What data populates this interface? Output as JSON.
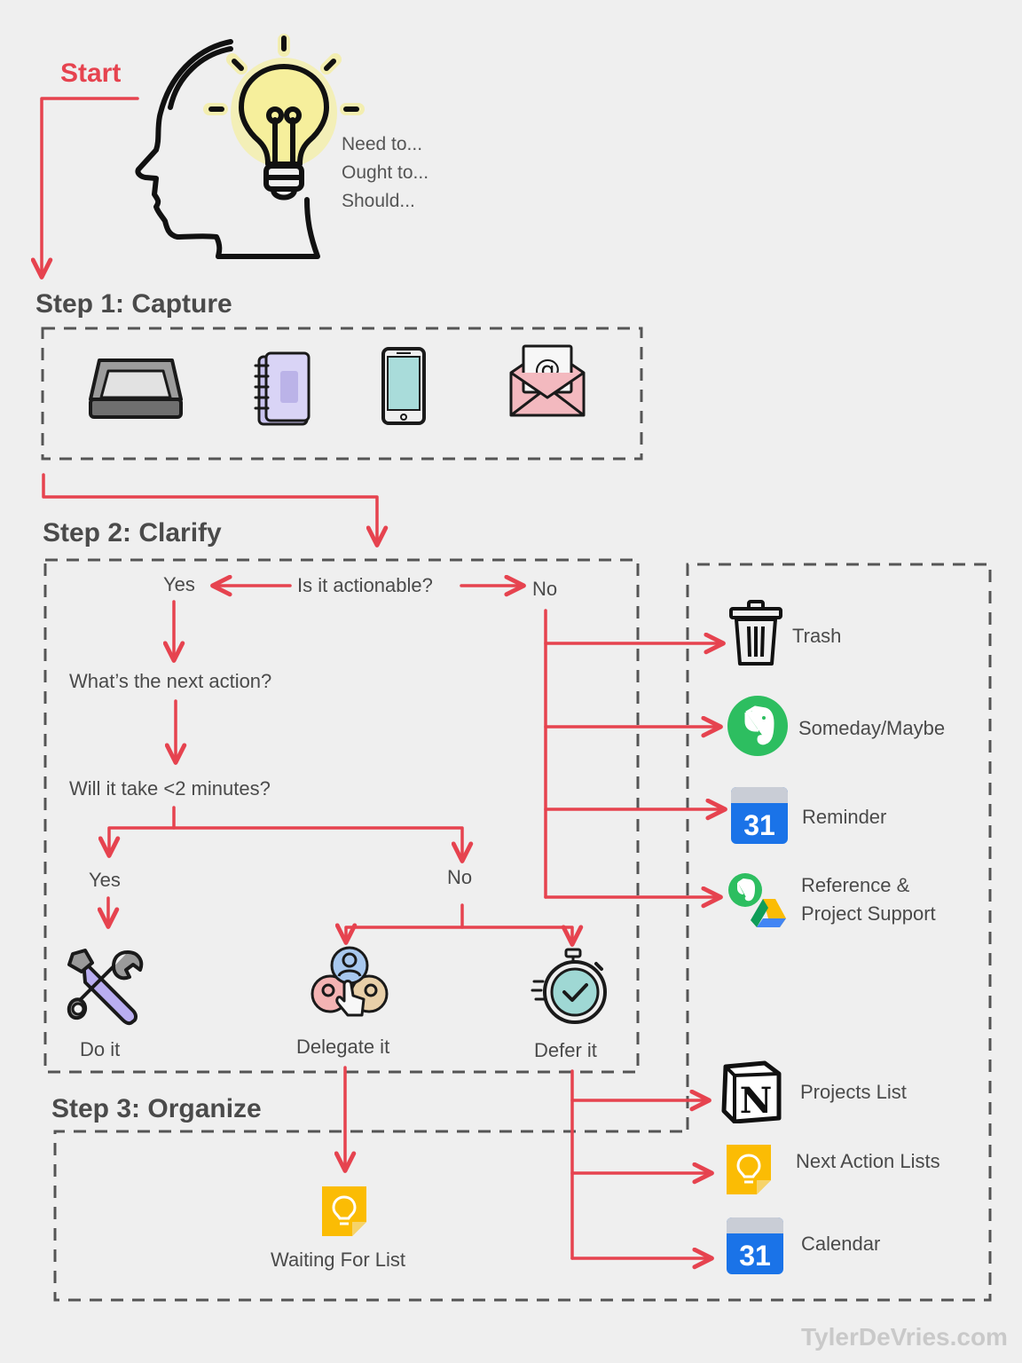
{
  "start_label": "Start",
  "thoughts": [
    "Need to...",
    "Ought to...",
    "Should..."
  ],
  "steps": {
    "capture": "Step 1: Capture",
    "clarify": "Step 2: Clarify",
    "organize": "Step 3: Organize"
  },
  "capture_tools": [
    "inbox-tray-icon",
    "notebook-icon",
    "smartphone-icon",
    "email-envelope-icon"
  ],
  "clarify": {
    "question_actionable": "Is it actionable?",
    "yes_label": "Yes",
    "no_label": "No",
    "question_next_action": "What’s the next action?",
    "question_two_minutes": "Will it take <2 minutes?",
    "yes_label_2": "Yes",
    "no_label_2": "No",
    "do_it": "Do it",
    "delegate_it": "Delegate it",
    "defer_it": "Defer it"
  },
  "not_actionable_destinations": [
    {
      "label": "Trash",
      "icon": "trash-can-icon"
    },
    {
      "label": "Someday/Maybe",
      "icon": "evernote-icon"
    },
    {
      "label": "Reminder",
      "icon": "google-calendar-icon"
    },
    {
      "label": "Reference &",
      "label_line2": "Project Support",
      "icon": "evernote-drive-icon"
    }
  ],
  "organize_destinations": [
    {
      "label": "Projects List",
      "icon": "notion-icon"
    },
    {
      "label": "Next Action Lists",
      "icon": "google-keep-icon"
    },
    {
      "label": "Calendar",
      "icon": "google-calendar-icon"
    }
  ],
  "waiting_for_list": "Waiting For List",
  "calendar_day": "31",
  "watermark": "TylerDeVries.com",
  "colors": {
    "arrow": "#e6434f",
    "background": "#efefef",
    "dashed_border": "#555555",
    "text": "#444444"
  }
}
